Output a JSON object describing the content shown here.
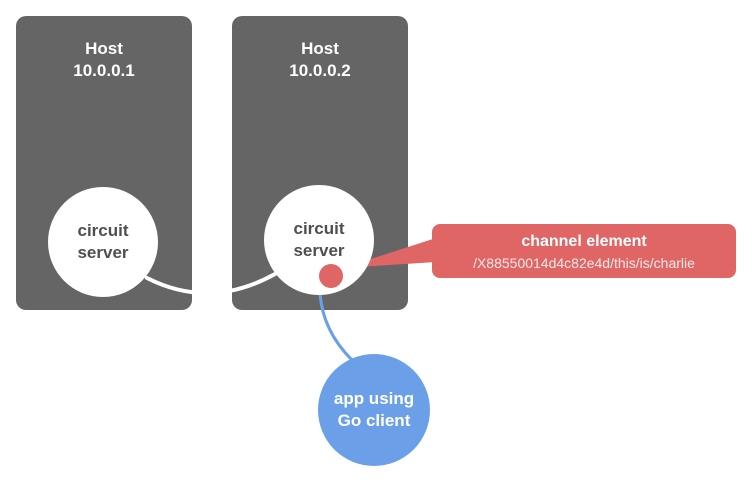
{
  "hosts": [
    {
      "line1": "Host",
      "line2": "10.0.0.1"
    },
    {
      "line1": "Host",
      "line2": "10.0.0.2"
    }
  ],
  "servers": [
    {
      "line1": "circuit",
      "line2": "server"
    },
    {
      "line1": "circuit",
      "line2": "server"
    }
  ],
  "app": {
    "line1": "app using",
    "line2": "Go client"
  },
  "channel": {
    "title": "channel element",
    "path": "/X88550014d4c82e4d/this/is/charlie"
  },
  "colors": {
    "host": "#656565",
    "server": "#ffffff",
    "channel": "#e06565",
    "app": "#6b9fe8",
    "link": "#ffffff"
  }
}
